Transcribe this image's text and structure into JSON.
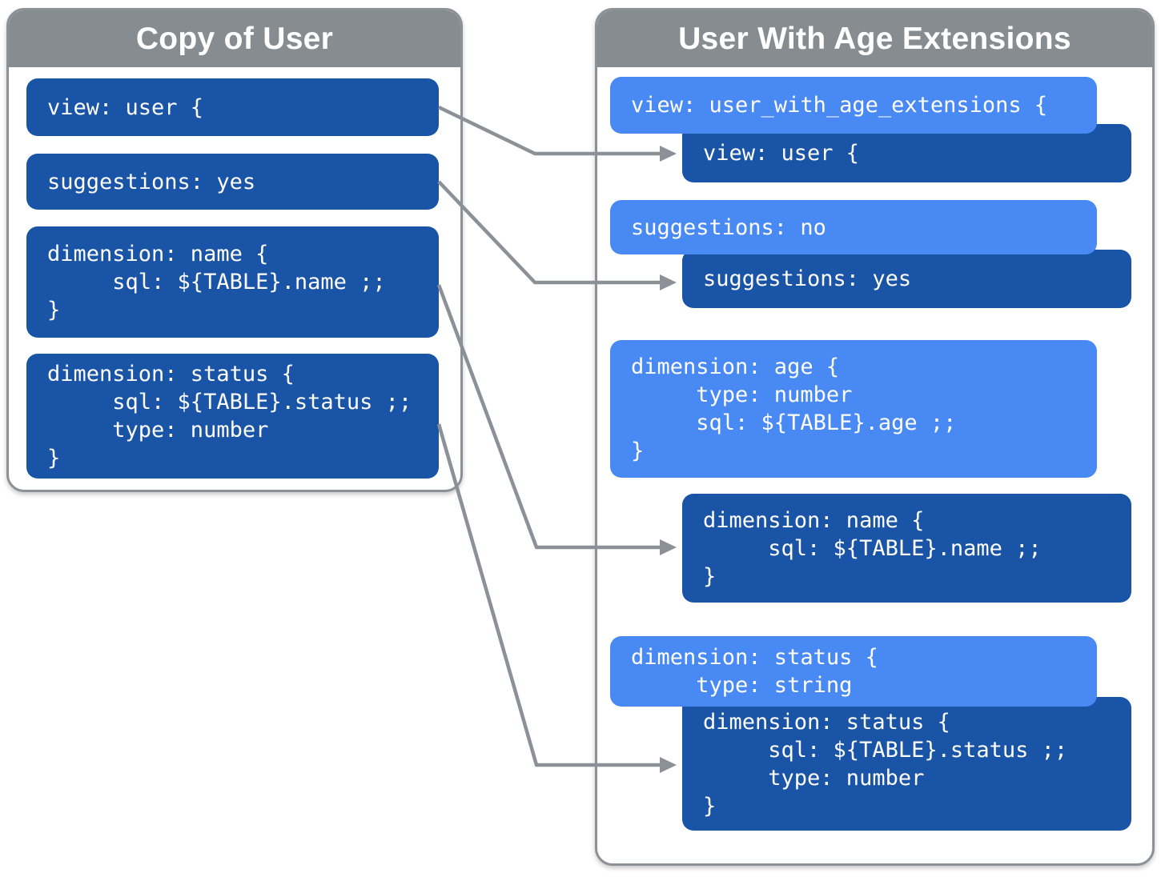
{
  "colors": {
    "dark_blue": "#1a54a6",
    "light_blue": "#4889f4",
    "header_gray": "#878c91",
    "border_gray": "#8b9196",
    "arrow_gray": "#8b9196",
    "panel_bg": "#ffffff",
    "text_white": "#ffffff"
  },
  "left_panel": {
    "title": "Copy of User",
    "blocks": [
      {
        "id": "view",
        "lines": [
          "view: user {"
        ]
      },
      {
        "id": "suggestions",
        "lines": [
          "suggestions: yes"
        ]
      },
      {
        "id": "dimension-name",
        "lines": [
          "dimension: name {",
          "     sql: ${TABLE}.name ;;",
          "}"
        ]
      },
      {
        "id": "dimension-status",
        "lines": [
          "dimension: status {",
          "     sql: ${TABLE}.status ;;",
          "     type: number",
          "}"
        ]
      }
    ]
  },
  "right_panel": {
    "title": "User With Age Extensions",
    "blocks": [
      {
        "id": "view-extended",
        "style": "light",
        "lines": [
          "view: user_with_age_extensions {"
        ]
      },
      {
        "id": "view-inherited",
        "style": "dark",
        "lines": [
          "view: user {"
        ]
      },
      {
        "id": "suggestions-override",
        "style": "light",
        "lines": [
          "suggestions: no"
        ]
      },
      {
        "id": "suggestions-inherited",
        "style": "dark",
        "lines": [
          "suggestions: yes"
        ]
      },
      {
        "id": "dimension-age-new",
        "style": "light",
        "lines": [
          "dimension: age {",
          "     type: number",
          "     sql: ${TABLE}.age ;;",
          "}"
        ]
      },
      {
        "id": "dimension-name-inherited",
        "style": "dark",
        "lines": [
          "dimension: name {",
          "     sql: ${TABLE}.name ;;",
          "}"
        ]
      },
      {
        "id": "dimension-status-override",
        "style": "light",
        "lines": [
          "dimension: status {",
          "     type: string"
        ]
      },
      {
        "id": "dimension-status-inherited",
        "style": "dark",
        "lines": [
          "dimension: status {",
          "     sql: ${TABLE}.status ;;",
          "     type: number",
          "}"
        ]
      }
    ]
  }
}
